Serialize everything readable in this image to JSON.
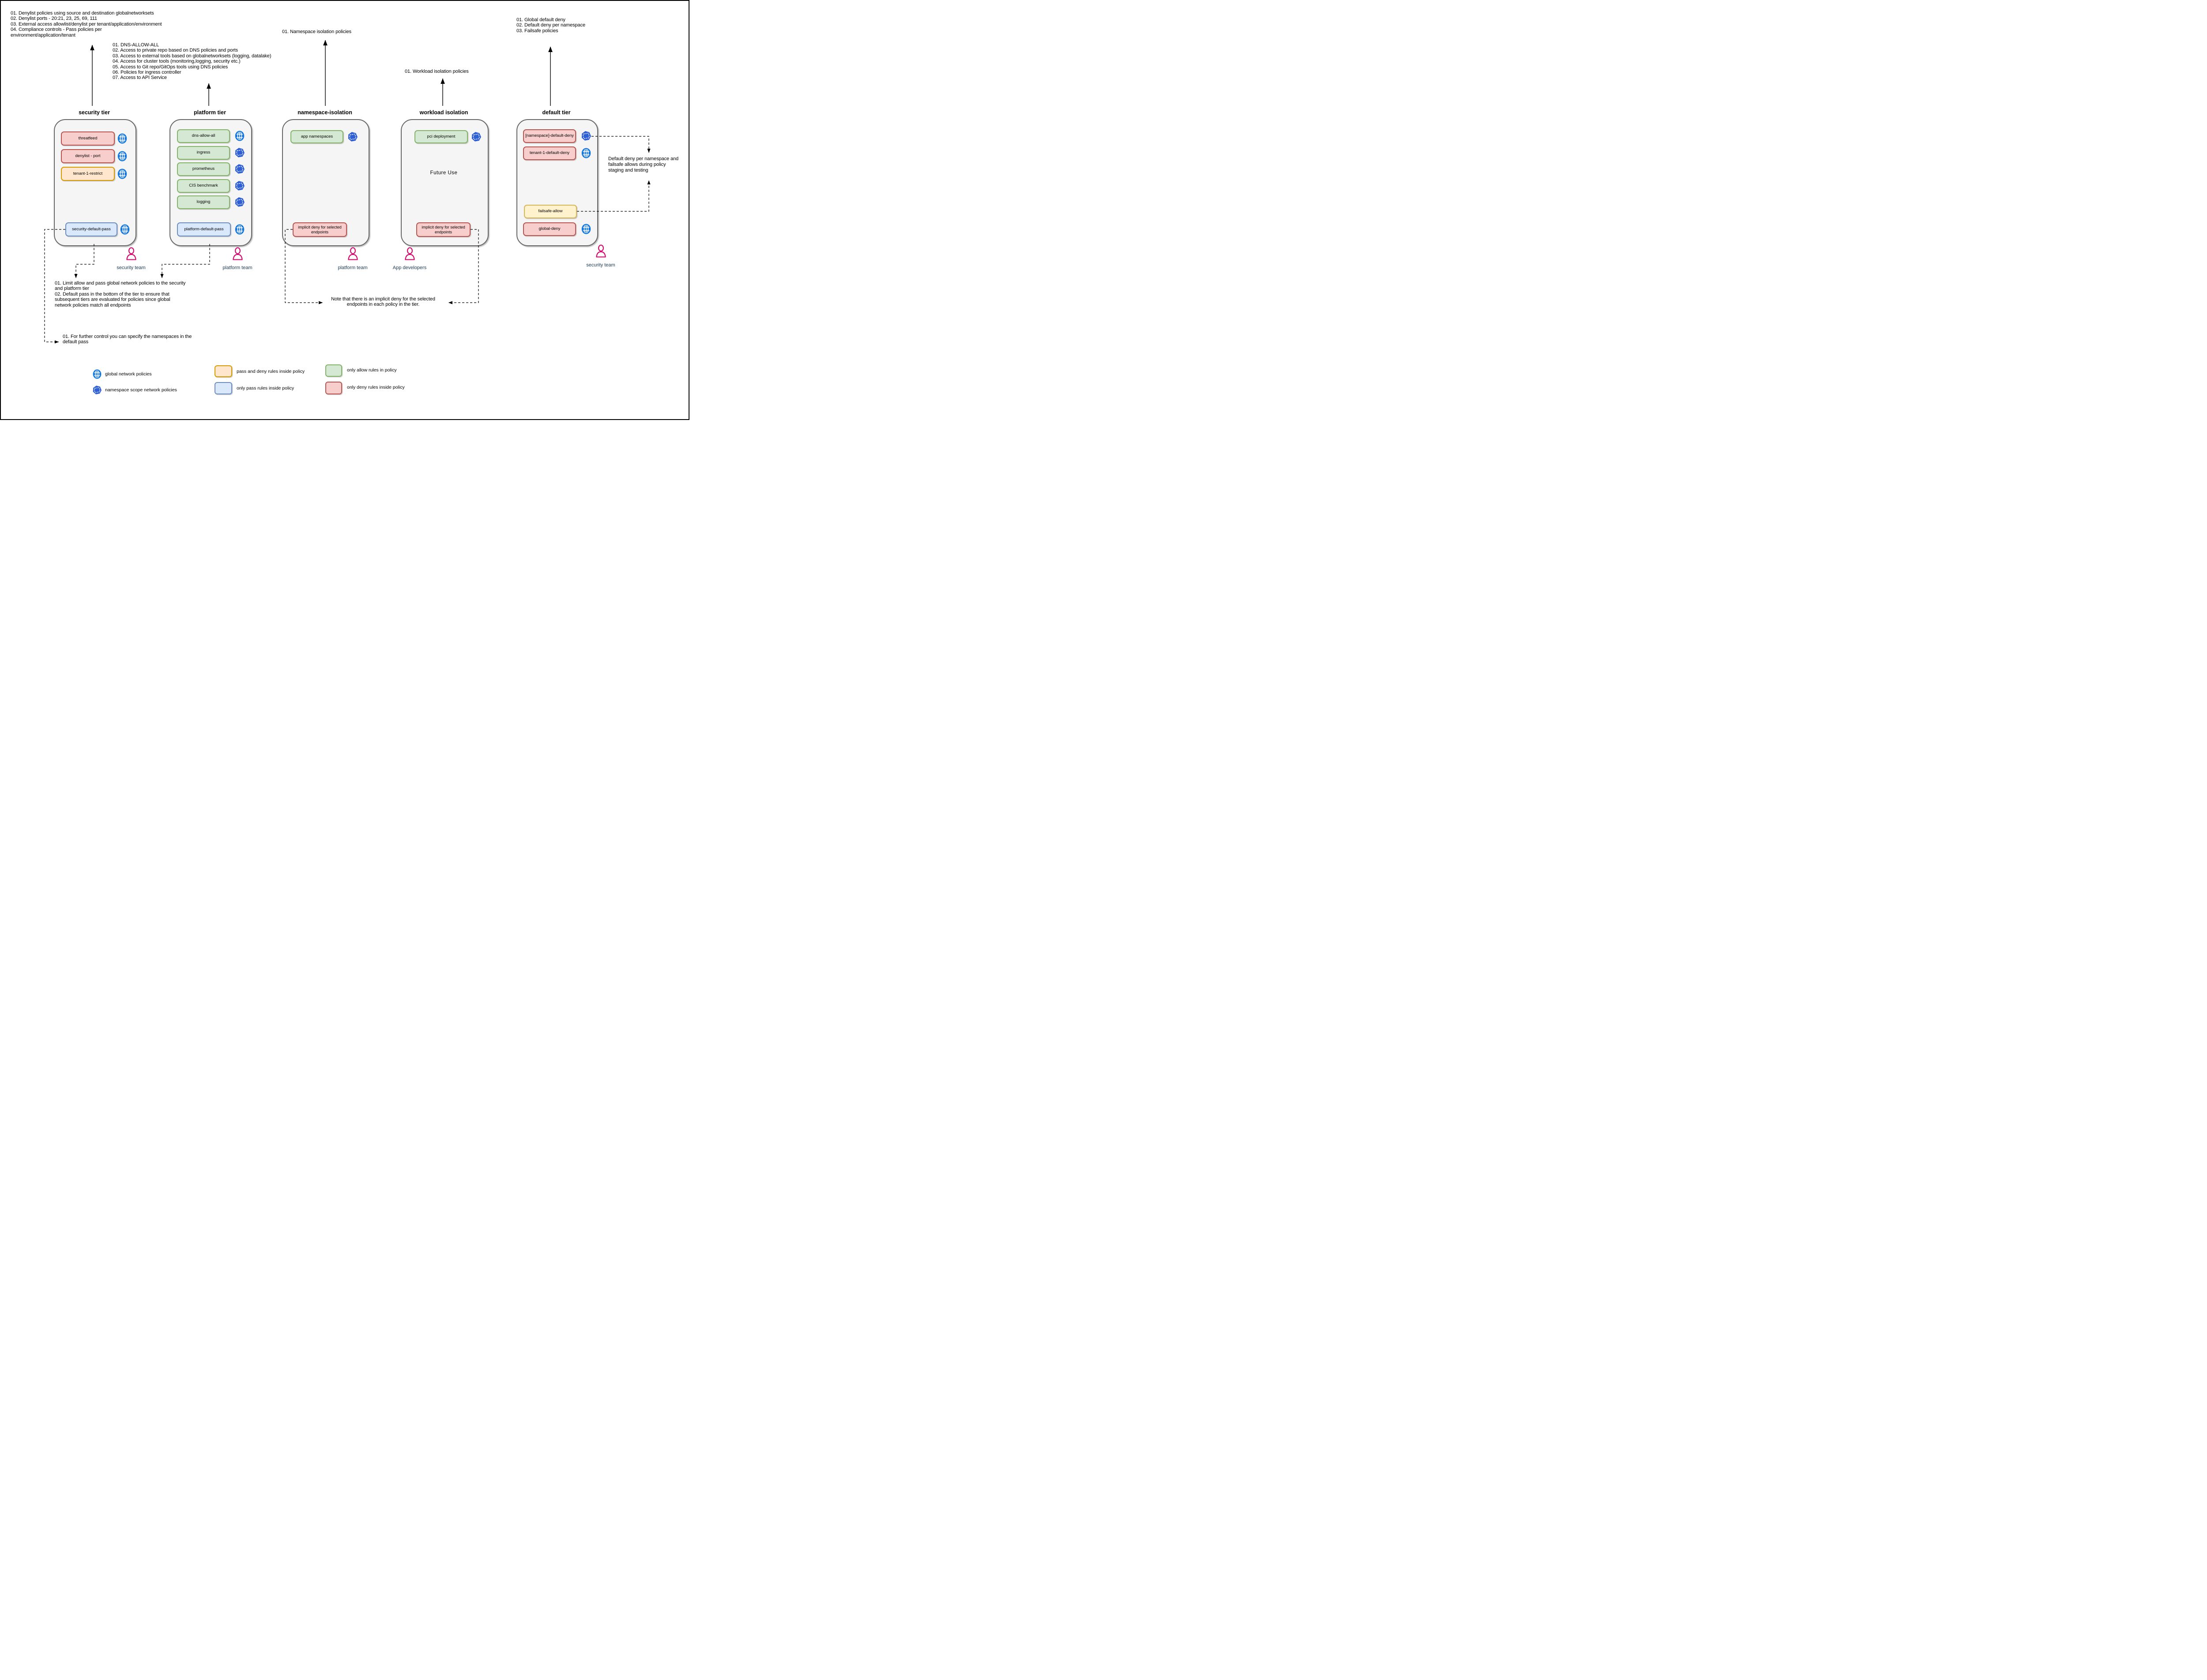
{
  "top_notes": {
    "security": "01. Denylist policies using source and destination globalnetworksets\n02. Denylist ports - 20:21, 23, 25, 69, 111\n03. External access allowlist/denylist per tenant/application/environment\n04. Compliance controls - Pass policies per\nenvironment/application/tenant",
    "platform": "01. DNS-ALLOW-ALL\n02. Access to private repo based on DNS policies and ports\n03. Access to external tools based on globalnetworksets (logging, datalake)\n04. Access for cluster tools (monitoring,logging, security etc.)\n05. Access to Git repo/GitOps tools using DNS policies\n06. Policies for ingress controller\n07. Access to API Service",
    "namespace": "01. Namespace isolation policies",
    "workload": "01. Workload isolation policies",
    "default": "01. Global default deny\n02. Default deny per namespace\n03. Failsafe policies"
  },
  "tiers": [
    {
      "title": "security tier",
      "policies": [
        {
          "label": "threatfeed",
          "style": "deny",
          "icon": "globe"
        },
        {
          "label": "denylist - port",
          "style": "deny",
          "icon": "globe"
        },
        {
          "label": "tenant-1-restrict",
          "style": "passdeny",
          "icon": "globe"
        },
        {
          "label": "security-default-pass",
          "style": "pass",
          "icon": "globe"
        }
      ]
    },
    {
      "title": "platform tier",
      "policies": [
        {
          "label": "dns-allow-all",
          "style": "allow",
          "icon": "globe"
        },
        {
          "label": "ingress",
          "style": "allow",
          "icon": "namespace"
        },
        {
          "label": "prometheus",
          "style": "allow",
          "icon": "namespace"
        },
        {
          "label": "CIS benchmark",
          "style": "allow",
          "icon": "namespace"
        },
        {
          "label": "logging",
          "style": "allow",
          "icon": "namespace"
        },
        {
          "label": "platform-default-pass",
          "style": "pass",
          "icon": "globe"
        }
      ]
    },
    {
      "title": "namespace-isolation",
      "policies": [
        {
          "label": "app namespaces",
          "style": "allow",
          "icon": "namespace"
        },
        {
          "label": "implicit deny for selected endpoints",
          "style": "deny",
          "icon": null
        }
      ]
    },
    {
      "title": "workload isolation",
      "policies": [
        {
          "label": "pci deployment",
          "style": "allow",
          "icon": "namespace"
        },
        {
          "label": "implicit deny for selected endpoints",
          "style": "deny",
          "icon": null
        }
      ]
    },
    {
      "title": "default tier",
      "policies": [
        {
          "label": "[namespace]-default-deny",
          "style": "deny",
          "icon": "namespace"
        },
        {
          "label": "tenant-1-default-deny",
          "style": "deny",
          "icon": "globe"
        },
        {
          "label": "failsafe-allow",
          "style": "failsafe",
          "icon": null
        },
        {
          "label": "global-deny",
          "style": "deny",
          "icon": "globe"
        }
      ]
    }
  ],
  "teams": [
    {
      "label": "security team"
    },
    {
      "label": "platform team"
    },
    {
      "label": "platform team"
    },
    {
      "label": "App developers"
    },
    {
      "label": "security team"
    }
  ],
  "callouts": {
    "limit_note": "01. Limit allow and pass global network policies to the security\nand platform tier\n02. Default pass in the bottom of the tier to ensure that\nsubsequent tiers are evaluated for policies since global\nnetwork policies match all endpoints",
    "further_control_note": "01. For further control you can specify the namespaces in the\ndefault pass",
    "implicit_deny_note": "Note that there is an implicit deny for the selected\nendpoints in each policy in the tier.",
    "staging_note": "Default deny per namespace and\nfailsafe allows during policy\nstaging and testing",
    "future_use": "Future Use"
  },
  "legend": {
    "global_label": "global network policies",
    "namespace_label": "namespace scope network policies",
    "pass_deny_label": "pass and deny rules inside policy",
    "pass_label": "only pass rules inside policy",
    "allow_label": "only allow rules in policy",
    "deny_label": "only deny rules inside policy"
  },
  "colors": {
    "deny_fill": "#F8CECC",
    "deny_border": "#B85450",
    "allow_fill": "#D5E8D4",
    "allow_border": "#82B366",
    "pass_fill": "#DAE8FC",
    "pass_border": "#6C8EBF",
    "pass_deny_fill": "#FFE6CC",
    "pass_deny_border": "#D79B00",
    "failsafe_fill": "#FFF2CC",
    "failsafe_border": "#D6B656",
    "tier_fill": "#F5F5F5",
    "tier_border": "#666666",
    "globe_blue": "#1577E0",
    "namespace_blue": "#2E5FD4",
    "person_pink": "#D40A6E",
    "team_text": "#213E56"
  }
}
